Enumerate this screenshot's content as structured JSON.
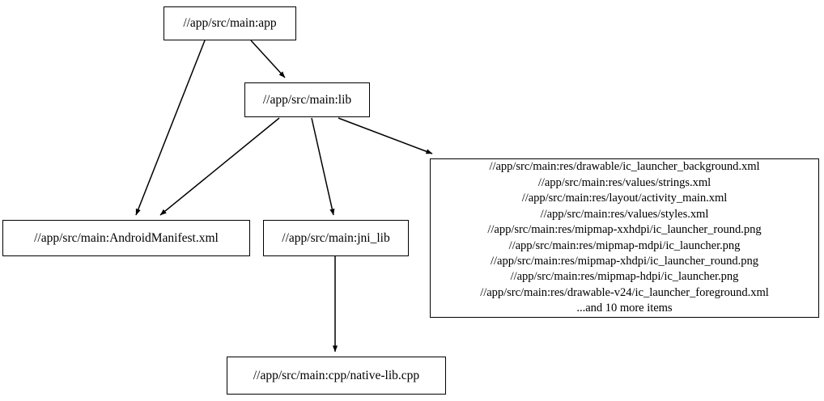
{
  "graph": {
    "background_color": "#ffffff",
    "edge_color": "#000000",
    "node_border_color": "#000000",
    "node_fill_color": "#ffffff",
    "nodes": [
      {
        "id": "app",
        "label": "//app/src/main:app"
      },
      {
        "id": "lib",
        "label": "//app/src/main:lib"
      },
      {
        "id": "manifest",
        "label": "//app/src/main:AndroidManifest.xml"
      },
      {
        "id": "jni_lib",
        "label": "//app/src/main:jni_lib"
      },
      {
        "id": "res",
        "label": "//app/src/main:res/drawable/ic_launcher_background.xml\n//app/src/main:res/values/strings.xml\n//app/src/main:res/layout/activity_main.xml\n//app/src/main:res/values/styles.xml\n//app/src/main:res/mipmap-xxhdpi/ic_launcher_round.png\n//app/src/main:res/mipmap-mdpi/ic_launcher.png\n//app/src/main:res/mipmap-xhdpi/ic_launcher_round.png\n//app/src/main:res/mipmap-hdpi/ic_launcher.png\n//app/src/main:res/drawable-v24/ic_launcher_foreground.xml\n...and 10 more items",
        "lines": [
          "//app/src/main:res/drawable/ic_launcher_background.xml",
          "//app/src/main:res/values/strings.xml",
          "//app/src/main:res/layout/activity_main.xml",
          "//app/src/main:res/values/styles.xml",
          "//app/src/main:res/mipmap-xxhdpi/ic_launcher_round.png",
          "//app/src/main:res/mipmap-mdpi/ic_launcher.png",
          "//app/src/main:res/mipmap-xhdpi/ic_launcher_round.png",
          "//app/src/main:res/mipmap-hdpi/ic_launcher.png",
          "//app/src/main:res/drawable-v24/ic_launcher_foreground.xml",
          "...and 10 more items"
        ]
      },
      {
        "id": "cpp",
        "label": "//app/src/main:cpp/native-lib.cpp"
      }
    ],
    "edges": [
      {
        "from": "app",
        "to": "manifest"
      },
      {
        "from": "app",
        "to": "lib"
      },
      {
        "from": "lib",
        "to": "manifest"
      },
      {
        "from": "lib",
        "to": "jni_lib"
      },
      {
        "from": "lib",
        "to": "res"
      },
      {
        "from": "jni_lib",
        "to": "cpp"
      }
    ]
  }
}
